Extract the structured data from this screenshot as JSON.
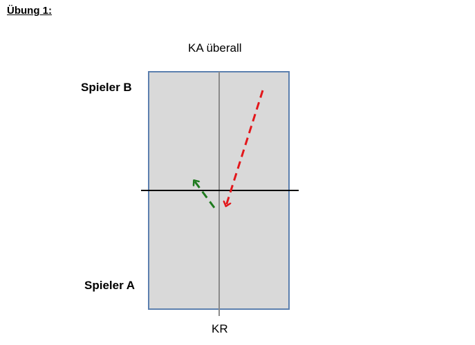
{
  "heading": "Übung 1:",
  "top_label": "KA überall",
  "bottom_label": "KR",
  "players": {
    "b": "Spieler B",
    "a": "Spieler A"
  },
  "colors": {
    "court_fill": "#d9d9d9",
    "court_border": "#5b7fae",
    "center_line": "#8a8a8a",
    "net": "#000000",
    "arrow_red": "#e3171b",
    "arrow_green": "#1e7a1e"
  }
}
